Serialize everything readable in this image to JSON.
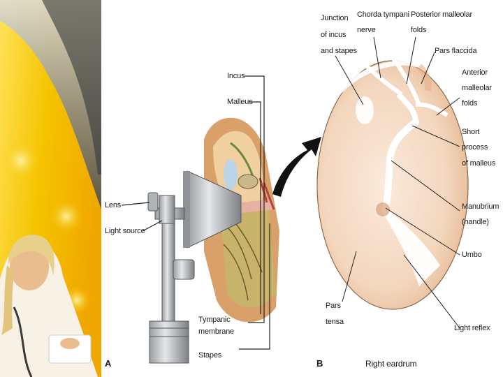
{
  "panel_a": {
    "letter": "A",
    "labels": {
      "incus": "Incus",
      "malleus": "Malleus",
      "lens": "Lens",
      "light_source": "Light source",
      "tympanic_membrane": [
        "Tympanic",
        "membrane"
      ],
      "stapes": "Stapes"
    }
  },
  "panel_b": {
    "letter": "B",
    "caption": "Right eardrum",
    "labels": {
      "junction": [
        "Junction",
        "of incus",
        "and stapes"
      ],
      "chorda": [
        "Chorda tympani",
        "nerve"
      ],
      "posterior_folds": [
        "Posterior malleolar",
        "folds"
      ],
      "pars_flaccida": "Pars flaccida",
      "anterior_folds": [
        "Anterior",
        "malleolar",
        "folds"
      ],
      "short_process": [
        "Short",
        "process",
        "of malleus"
      ],
      "manubrium": [
        "Manubrium",
        "(handle)"
      ],
      "umbo": "Umbo",
      "pars_tensa": [
        "Pars",
        "tensa"
      ],
      "light_reflex": "Light reflex"
    }
  },
  "colors": {
    "sidebar_yellow": "#f5c400",
    "sidebar_gray": "#5f6266",
    "eardrum_fill": "#f5dcc4",
    "ear_canal": "#d9a06a"
  },
  "icons": [
    "arrow-icon",
    "otoscope-icon",
    "woman-photo"
  ]
}
